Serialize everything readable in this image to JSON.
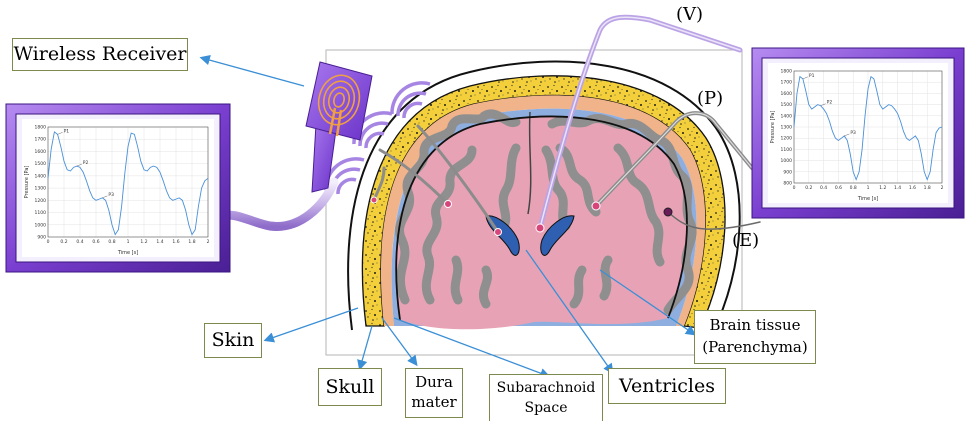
{
  "labels": {
    "wireless_receiver": "Wireless Receiver",
    "skin": "Skin",
    "skull": "Skull",
    "dura_line1": "Dura",
    "dura_line2": "mater",
    "subarachnoid_line1": "Subarachnoid",
    "subarachnoid_line2": "Space",
    "ventricles": "Ventricles",
    "brain_line1": "Brain tissue",
    "brain_line2": "(Parenchyma)",
    "sensor_v": "(V)",
    "sensor_p": "(P)",
    "sensor_e": "(E)"
  },
  "colors": {
    "monitor_frame": "#8a4fd8",
    "skull_yellow": "#f2cf3b",
    "brain_pink": "#e7a3b5",
    "gray_matter": "#8f8f8f",
    "csf_blue": "#8faee0",
    "ventricle_blue": "#2f5fb0",
    "dura_orange": "#f1b38a",
    "arrow_blue": "#3a8fd6",
    "label_border": "#7d8a4e"
  },
  "chart_data": [
    {
      "type": "line",
      "ylabel": "Pressure [Pa]",
      "xlabel": "Time [s]",
      "xlim": [
        0,
        2
      ],
      "ylim": [
        900,
        1800
      ],
      "x_ticks": [
        "0",
        "0.2",
        "0.4",
        "0.6",
        "0.8",
        "1",
        "1.2",
        "1.4",
        "1.6",
        "1.8",
        "2"
      ],
      "y_ticks": [
        "900",
        "1000",
        "1100",
        "1200",
        "1300",
        "1400",
        "1500",
        "1600",
        "1700",
        "1800"
      ],
      "annotations": [
        "P1",
        "P2",
        "P3"
      ],
      "x": [
        0,
        0.04,
        0.08,
        0.12,
        0.16,
        0.2,
        0.24,
        0.28,
        0.32,
        0.36,
        0.4,
        0.44,
        0.48,
        0.52,
        0.56,
        0.6,
        0.64,
        0.68,
        0.72,
        0.76,
        0.8,
        0.84,
        0.88,
        0.92,
        0.96,
        1.0,
        1.04,
        1.08,
        1.12,
        1.16,
        1.2,
        1.24,
        1.28,
        1.32,
        1.36,
        1.4,
        1.44,
        1.48,
        1.52,
        1.56,
        1.6,
        1.64,
        1.68,
        1.72,
        1.76,
        1.8,
        1.84,
        1.88,
        1.92,
        1.96,
        2.0
      ],
      "y": [
        1380,
        1620,
        1760,
        1740,
        1640,
        1520,
        1450,
        1440,
        1470,
        1480,
        1470,
        1430,
        1360,
        1280,
        1220,
        1200,
        1210,
        1220,
        1200,
        1120,
        1000,
        920,
        960,
        1150,
        1420,
        1640,
        1750,
        1740,
        1640,
        1520,
        1450,
        1440,
        1470,
        1480,
        1470,
        1430,
        1360,
        1280,
        1220,
        1200,
        1210,
        1220,
        1200,
        1120,
        1000,
        920,
        960,
        1150,
        1300,
        1360,
        1380
      ]
    },
    {
      "type": "line",
      "ylabel": "Pressure [Pa]",
      "xlabel": "Time [s]",
      "xlim": [
        0,
        2
      ],
      "ylim": [
        800,
        1800
      ],
      "x_ticks": [
        "0",
        "0.2",
        "0.4",
        "0.6",
        "0.8",
        "1",
        "1.2",
        "1.4",
        "1.6",
        "1.8",
        "2"
      ],
      "y_ticks": [
        "800",
        "900",
        "1000",
        "1100",
        "1200",
        "1300",
        "1400",
        "1500",
        "1600",
        "1700",
        "1800"
      ],
      "annotations": [
        "P1",
        "P2",
        "P3"
      ],
      "x": [
        0,
        0.04,
        0.08,
        0.12,
        0.16,
        0.2,
        0.24,
        0.28,
        0.32,
        0.36,
        0.4,
        0.44,
        0.48,
        0.52,
        0.56,
        0.6,
        0.64,
        0.68,
        0.72,
        0.76,
        0.8,
        0.84,
        0.88,
        0.92,
        0.96,
        1.0,
        1.04,
        1.08,
        1.12,
        1.16,
        1.2,
        1.24,
        1.28,
        1.32,
        1.36,
        1.4,
        1.44,
        1.48,
        1.52,
        1.56,
        1.6,
        1.64,
        1.68,
        1.72,
        1.76,
        1.8,
        1.84,
        1.88,
        1.92,
        1.96,
        2.0
      ],
      "y": [
        1300,
        1600,
        1750,
        1730,
        1620,
        1500,
        1460,
        1480,
        1500,
        1490,
        1460,
        1420,
        1350,
        1260,
        1200,
        1180,
        1200,
        1220,
        1180,
        1060,
        900,
        830,
        900,
        1100,
        1400,
        1640,
        1750,
        1730,
        1620,
        1500,
        1460,
        1480,
        1500,
        1490,
        1460,
        1420,
        1350,
        1260,
        1200,
        1180,
        1200,
        1220,
        1180,
        1060,
        900,
        830,
        900,
        1100,
        1250,
        1290,
        1300
      ]
    }
  ]
}
